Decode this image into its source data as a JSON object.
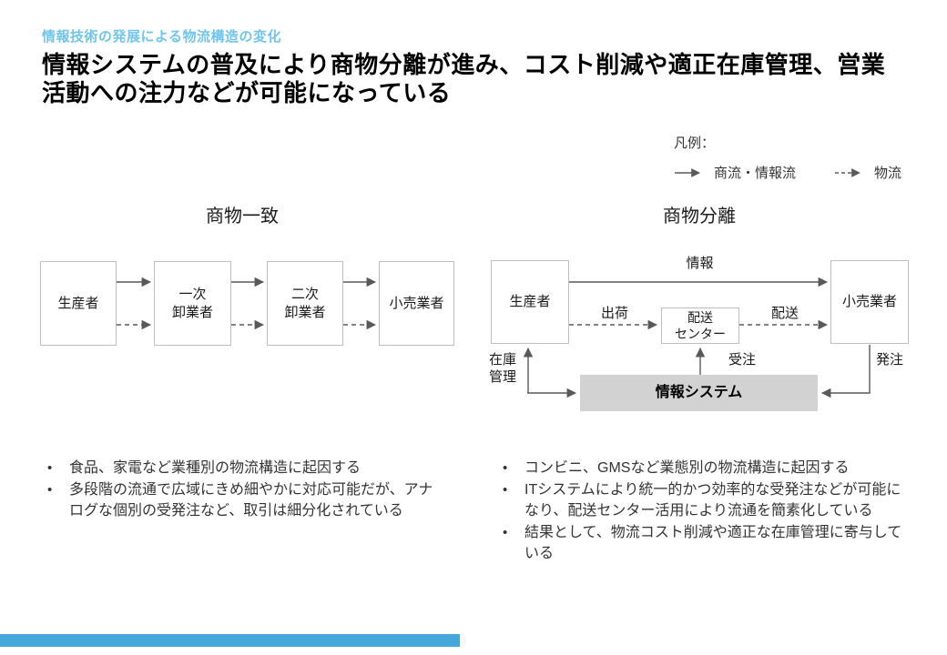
{
  "colors": {
    "accent_blue": "#70C5EC",
    "footer_blue": "#45A8DC",
    "arrow_gray": "#595959",
    "box_border_gray": "#BFBFBF",
    "info_box_fill": "#D2D2D2"
  },
  "header": {
    "kicker": "情報技術の発展による物流構造の変化",
    "title": "情報システムの普及により商物分離が進み、コスト削減や適正在庫管理、営業活動への注力などが可能になっている"
  },
  "legend": {
    "heading": "凡例：",
    "solid_arrow_label": "商流・情報流",
    "dashed_arrow_label": "物流"
  },
  "left_diagram": {
    "title": "商物一致",
    "boxes": {
      "producer": "生産者",
      "primary_wholesaler": "一次\n卸業者",
      "secondary_wholesaler": "二次\n卸業者",
      "retailer": "小売業者"
    }
  },
  "right_diagram": {
    "title": "商物分離",
    "boxes": {
      "producer": "生産者",
      "distribution_center": "配送\nセンター",
      "retailer": "小売業者",
      "info_system": "情報システム"
    },
    "labels": {
      "info": "情報",
      "shipping": "出荷",
      "delivery": "配送",
      "order_received": "受注",
      "order_placed": "発注",
      "inventory_mgmt": "在庫\n管理"
    }
  },
  "bullets": {
    "left": [
      "食品、家電など業種別の物流構造に起因する",
      "多段階の流通で広域にきめ細やかに対応可能だが、アナログな個別の受発注など、取引は細分化されている"
    ],
    "right": [
      "コンビニ、GMSなど業態別の物流構造に起因する",
      "ITシステムにより統一的かつ効率的な受発注などが可能になり、配送センター活用により流通を簡素化している",
      "結果として、物流コスト削減や適正な在庫管理に寄与している"
    ]
  }
}
